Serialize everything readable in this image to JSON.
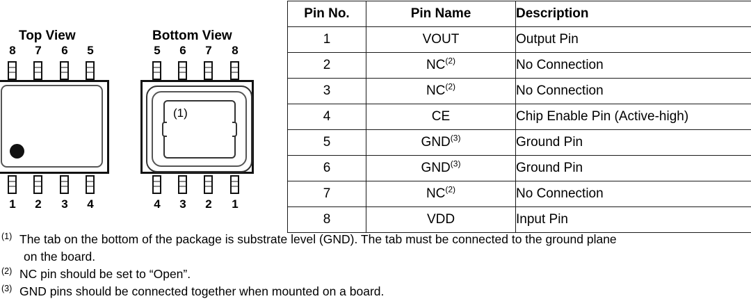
{
  "packages": {
    "top_view": {
      "title": "Top View",
      "top_pins": [
        "8",
        "7",
        "6",
        "5"
      ],
      "bottom_pins": [
        "1",
        "2",
        "3",
        "4"
      ],
      "marker": "pin1-dot"
    },
    "bottom_view": {
      "title": "Bottom View",
      "top_pins": [
        "5",
        "6",
        "7",
        "8"
      ],
      "bottom_pins": [
        "4",
        "3",
        "2",
        "1"
      ],
      "tab_label": "(1)"
    }
  },
  "table": {
    "headers": [
      "Pin No.",
      "Pin Name",
      "Description"
    ],
    "rows": [
      {
        "no": "1",
        "name": "VOUT",
        "name_sup": "",
        "desc": "Output Pin"
      },
      {
        "no": "2",
        "name": "NC",
        "name_sup": "(2)",
        "desc": "No Connection"
      },
      {
        "no": "3",
        "name": "NC",
        "name_sup": "(2)",
        "desc": "No Connection"
      },
      {
        "no": "4",
        "name": "CE",
        "name_sup": "",
        "desc": "Chip Enable Pin (Active-high)"
      },
      {
        "no": "5",
        "name": "GND",
        "name_sup": "(3)",
        "desc": "Ground Pin"
      },
      {
        "no": "6",
        "name": "GND",
        "name_sup": "(3)",
        "desc": "Ground Pin"
      },
      {
        "no": "7",
        "name": "NC",
        "name_sup": "(2)",
        "desc": "No Connection"
      },
      {
        "no": "8",
        "name": "VDD",
        "name_sup": "",
        "desc": "Input Pin"
      }
    ]
  },
  "footnotes": [
    {
      "marker": "(1)",
      "text": "The tab on the bottom of the package is substrate level (GND). The tab must be connected to the ground plane",
      "continuation": "on the board."
    },
    {
      "marker": "(2)",
      "text": "NC pin should be set to “Open”.",
      "continuation": ""
    },
    {
      "marker": "(3)",
      "text": "GND pins should be connected together when mounted on a board.",
      "continuation": ""
    }
  ],
  "colors": {
    "line": "#1a1a1a",
    "background": "#ffffff",
    "text": "#000000",
    "lead_shade": "#8a8a8a"
  }
}
